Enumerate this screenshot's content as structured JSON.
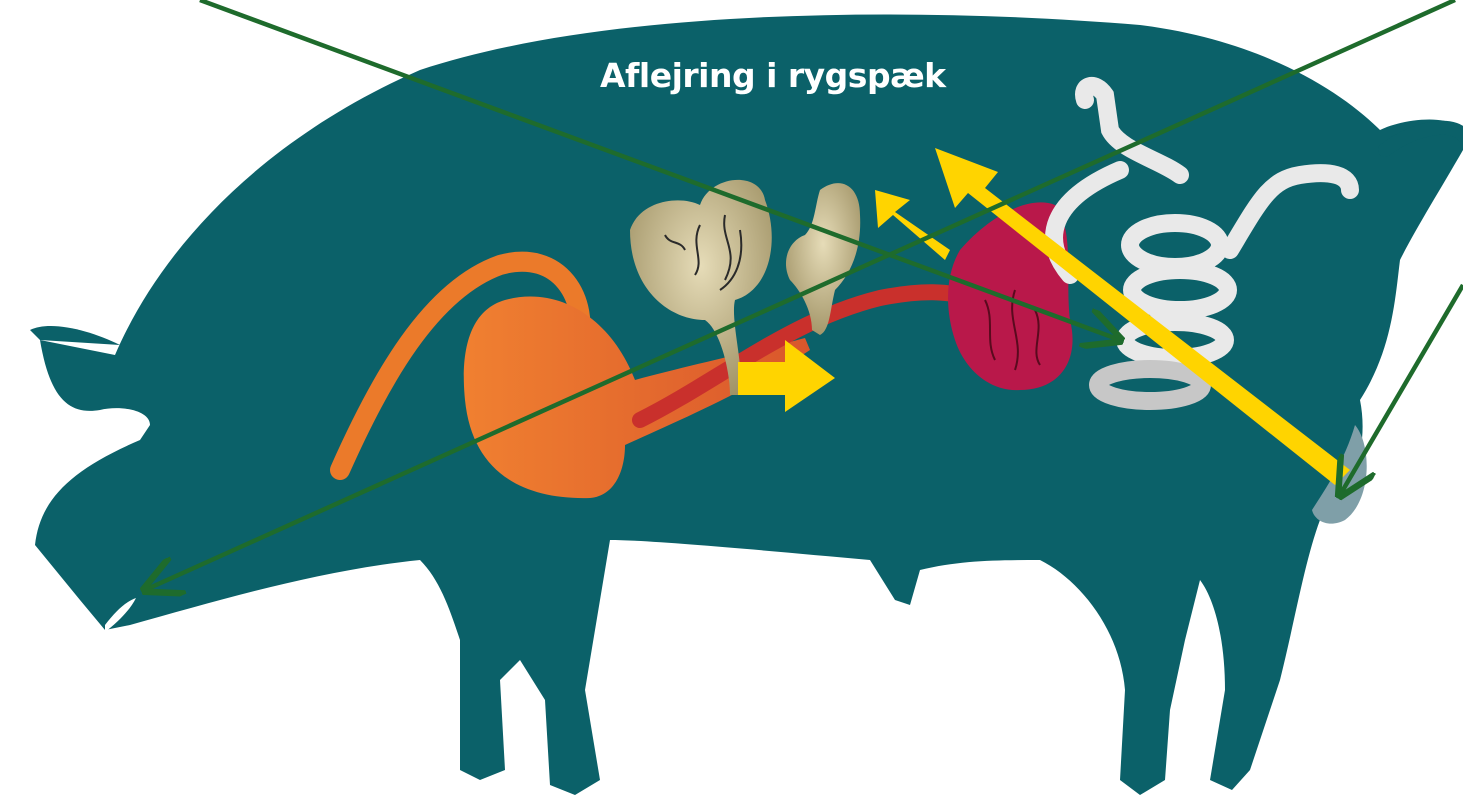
{
  "title": "Aflejring i rygspæk",
  "colors": {
    "body": "#0b6169",
    "stomach": "#e06a2a",
    "liver": "#b9184a",
    "intestine": "#e5e5e5",
    "pancreas": "#a99c6a",
    "yellow_arrow": "#ffd400",
    "green_arrow": "#1e6b2c",
    "duct": "#c9302c",
    "background": "#ffffff"
  },
  "elements": [
    "pig-silhouette",
    "stomach",
    "esophagus",
    "pancreas",
    "liver",
    "small-intestine",
    "duct",
    "yellow-arrows",
    "green-arrows"
  ]
}
